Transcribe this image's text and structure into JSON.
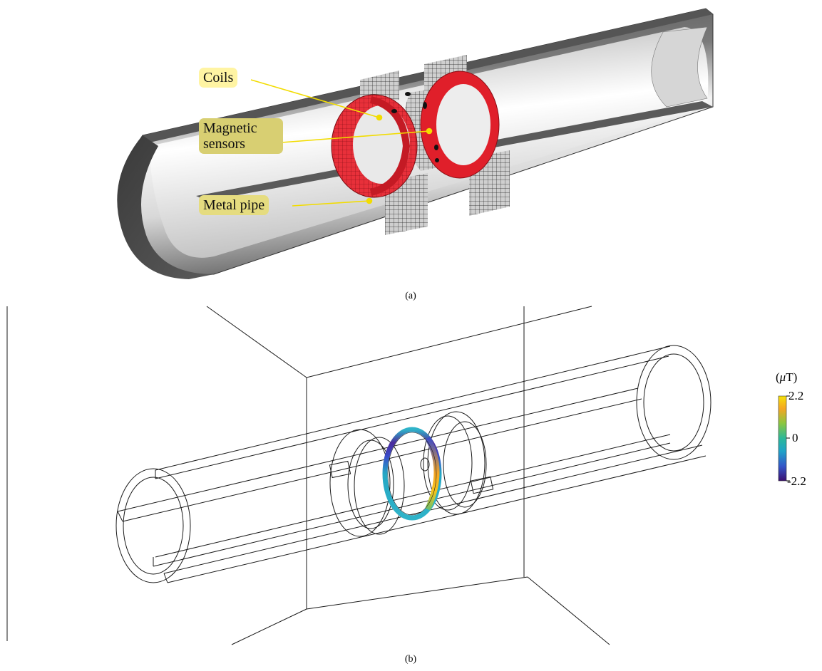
{
  "panel_a": {
    "caption": "(a)",
    "labels": {
      "coils": "Coils",
      "sensors_line1": "Magnetic",
      "sensors_line2": "sensors",
      "pipe": "Metal pipe"
    },
    "colors": {
      "pipe": "#5e5e5e",
      "coil": "#e01f2a",
      "label_bg": "#fff5a0",
      "leader": "#f2dc00"
    }
  },
  "panel_b": {
    "caption": "(b)",
    "colorbar": {
      "unit_open": "(",
      "unit_mu": "μ",
      "unit_close": "T)",
      "max_label": "2.2",
      "mid_label": "0",
      "min_label": "-2.2",
      "colormap": [
        "#3b0f70",
        "#3355c8",
        "#1fa3c8",
        "#2bb89a",
        "#8cc63f",
        "#f5a623",
        "#f5e10a"
      ]
    }
  }
}
